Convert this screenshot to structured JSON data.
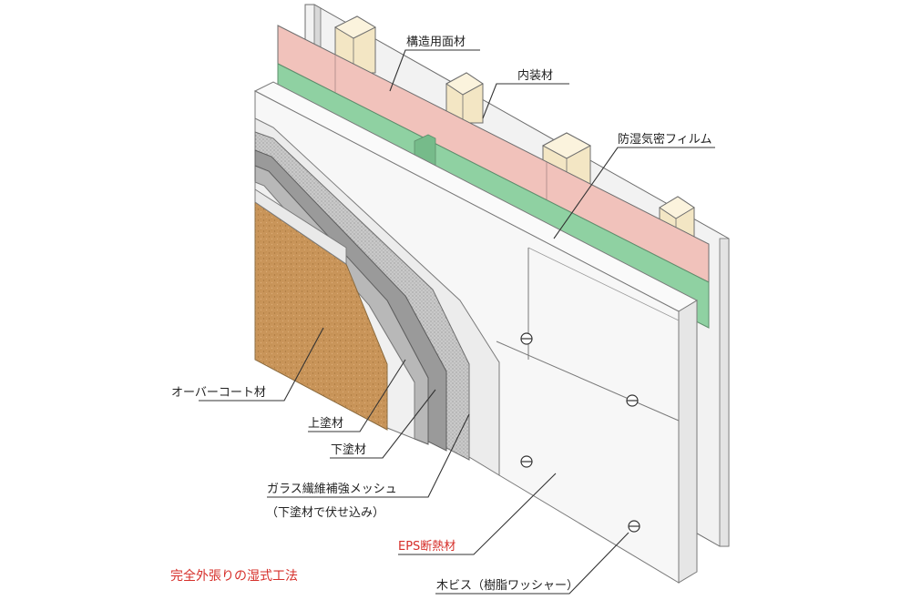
{
  "labels": {
    "structural_board": "構造用面材",
    "interior_finish": "内装材",
    "vapor_barrier": "防湿気密フィルム",
    "overcoat": "オーバーコート材",
    "top_coat": "上塗材",
    "base_coat": "下塗材",
    "glass_mesh": "ガラス繊維補強メッシュ",
    "glass_mesh_note": "（下塗材で伏せ込み）",
    "eps_insulation": "EPS断熱材",
    "wood_screw": "木ビス（樹脂ワッシャー）",
    "method_title": "完全外張りの湿式工法"
  },
  "colors": {
    "accent_red": "#d62f2a",
    "pink_board": "#f1c2bb",
    "green_film": "#8fd1a2",
    "overcoat_brown": "#c9955a",
    "eps_white": "#f7f7f7",
    "stud_wood": "#f3e6c4"
  }
}
